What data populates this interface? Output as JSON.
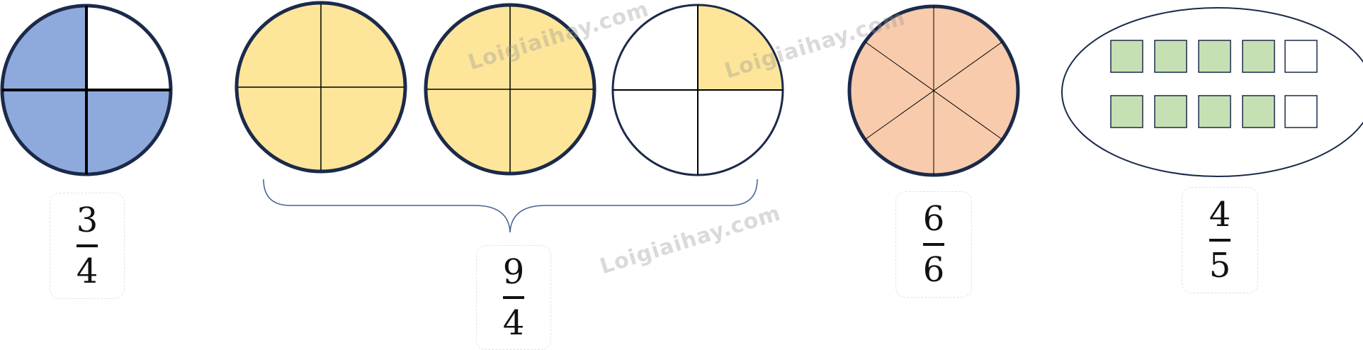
{
  "colors": {
    "blue_fill": "#8eaadc",
    "yellow_fill": "#fde59a",
    "peach_fill": "#f7cbac",
    "green_fill": "#c6e0b4",
    "outline": "#1b2a4a"
  },
  "figures": [
    {
      "shape": "circle",
      "parts": 4,
      "shaded": 3
    },
    {
      "shape": "circle",
      "parts": 4,
      "shaded": 4
    },
    {
      "shape": "circle",
      "parts": 4,
      "shaded": 4
    },
    {
      "shape": "circle",
      "parts": 4,
      "shaded": 1
    },
    {
      "shape": "circle",
      "parts": 6,
      "shaded": 6
    },
    {
      "shape": "ellipse-of-squares",
      "parts": 10,
      "shaded": 8
    }
  ],
  "fractions": {
    "f1": {
      "num": "3",
      "den": "4"
    },
    "f2": {
      "num": "9",
      "den": "4"
    },
    "f3": {
      "num": "6",
      "den": "6"
    },
    "f4": {
      "num": "4",
      "den": "5"
    }
  },
  "watermark": {
    "text": "Loigiaihay.com"
  }
}
